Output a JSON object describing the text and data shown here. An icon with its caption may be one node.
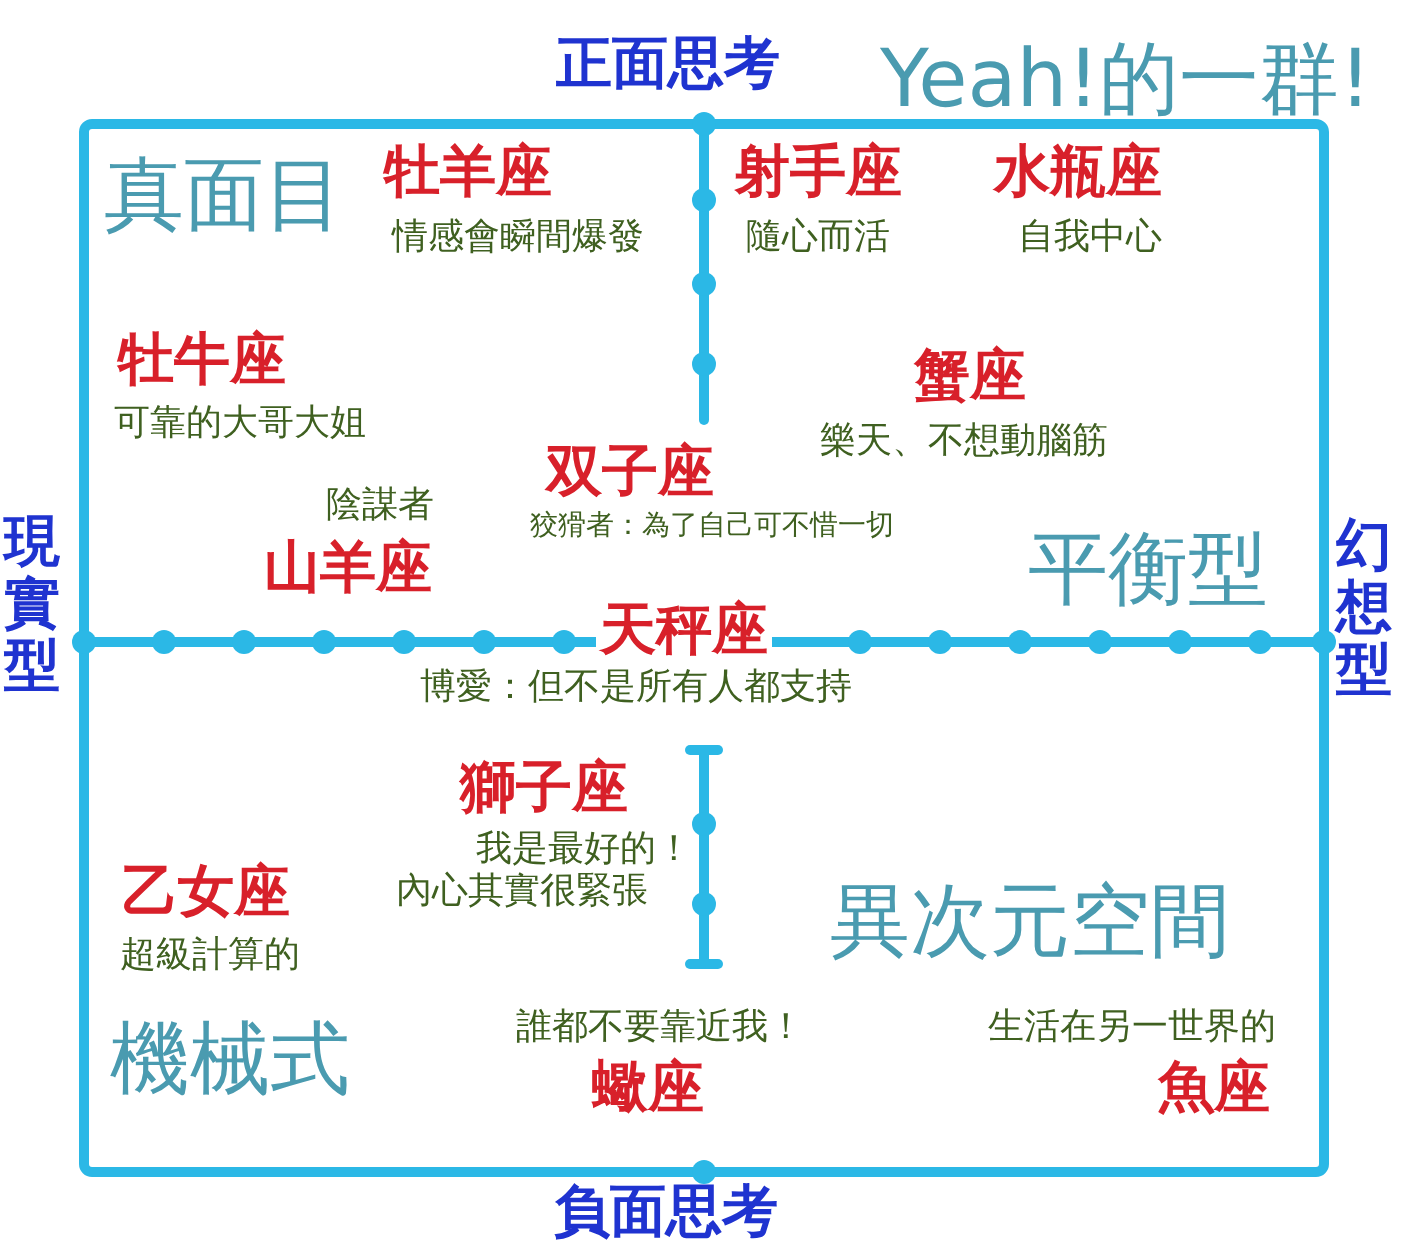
{
  "diagram": {
    "labels": [
      "正面思考",
      "Yeah!的一群!",
      "真面目",
      "牡羊座",
      "情感會瞬間爆發",
      "射手座",
      "水瓶座",
      "隨心而活",
      "自我中心",
      "牡牛座",
      "可靠的大哥大姐",
      "蟹座",
      "樂天、不想動腦筋",
      "双子座",
      "陰謀者",
      "狡猾者：為了自己可不惜一切",
      "現實型",
      "幻想型",
      "山羊座",
      "平衡型",
      "天秤座",
      "博愛：但不是所有人都支持",
      "獅子座",
      "我是最好的！",
      "內心其實很緊張",
      "乙女座",
      "異次元空間",
      "超級計算的",
      "誰都不要靠近我！",
      "生活在另一世界的",
      "機械式",
      "蠍座",
      "魚座",
      "負面思考"
    ]
  }
}
